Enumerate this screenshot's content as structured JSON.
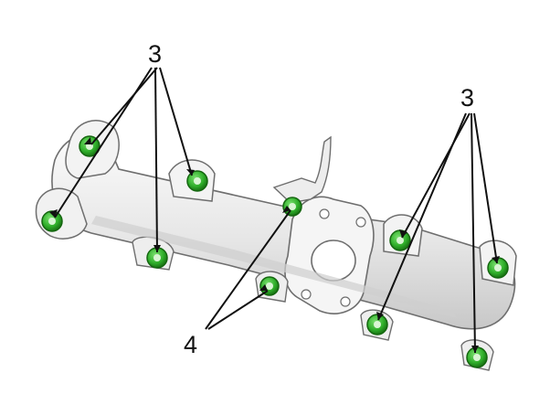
{
  "callouts": {
    "left_group": "3",
    "right_group": "3",
    "center_group": "4"
  },
  "colors": {
    "manifold_fill": "#ececec",
    "manifold_shadow": "#c9c9c9",
    "outline": "#6e6e6e",
    "bolt_green": "#2fae2a",
    "bolt_dark": "#14660f",
    "leader_line": "#111111"
  }
}
